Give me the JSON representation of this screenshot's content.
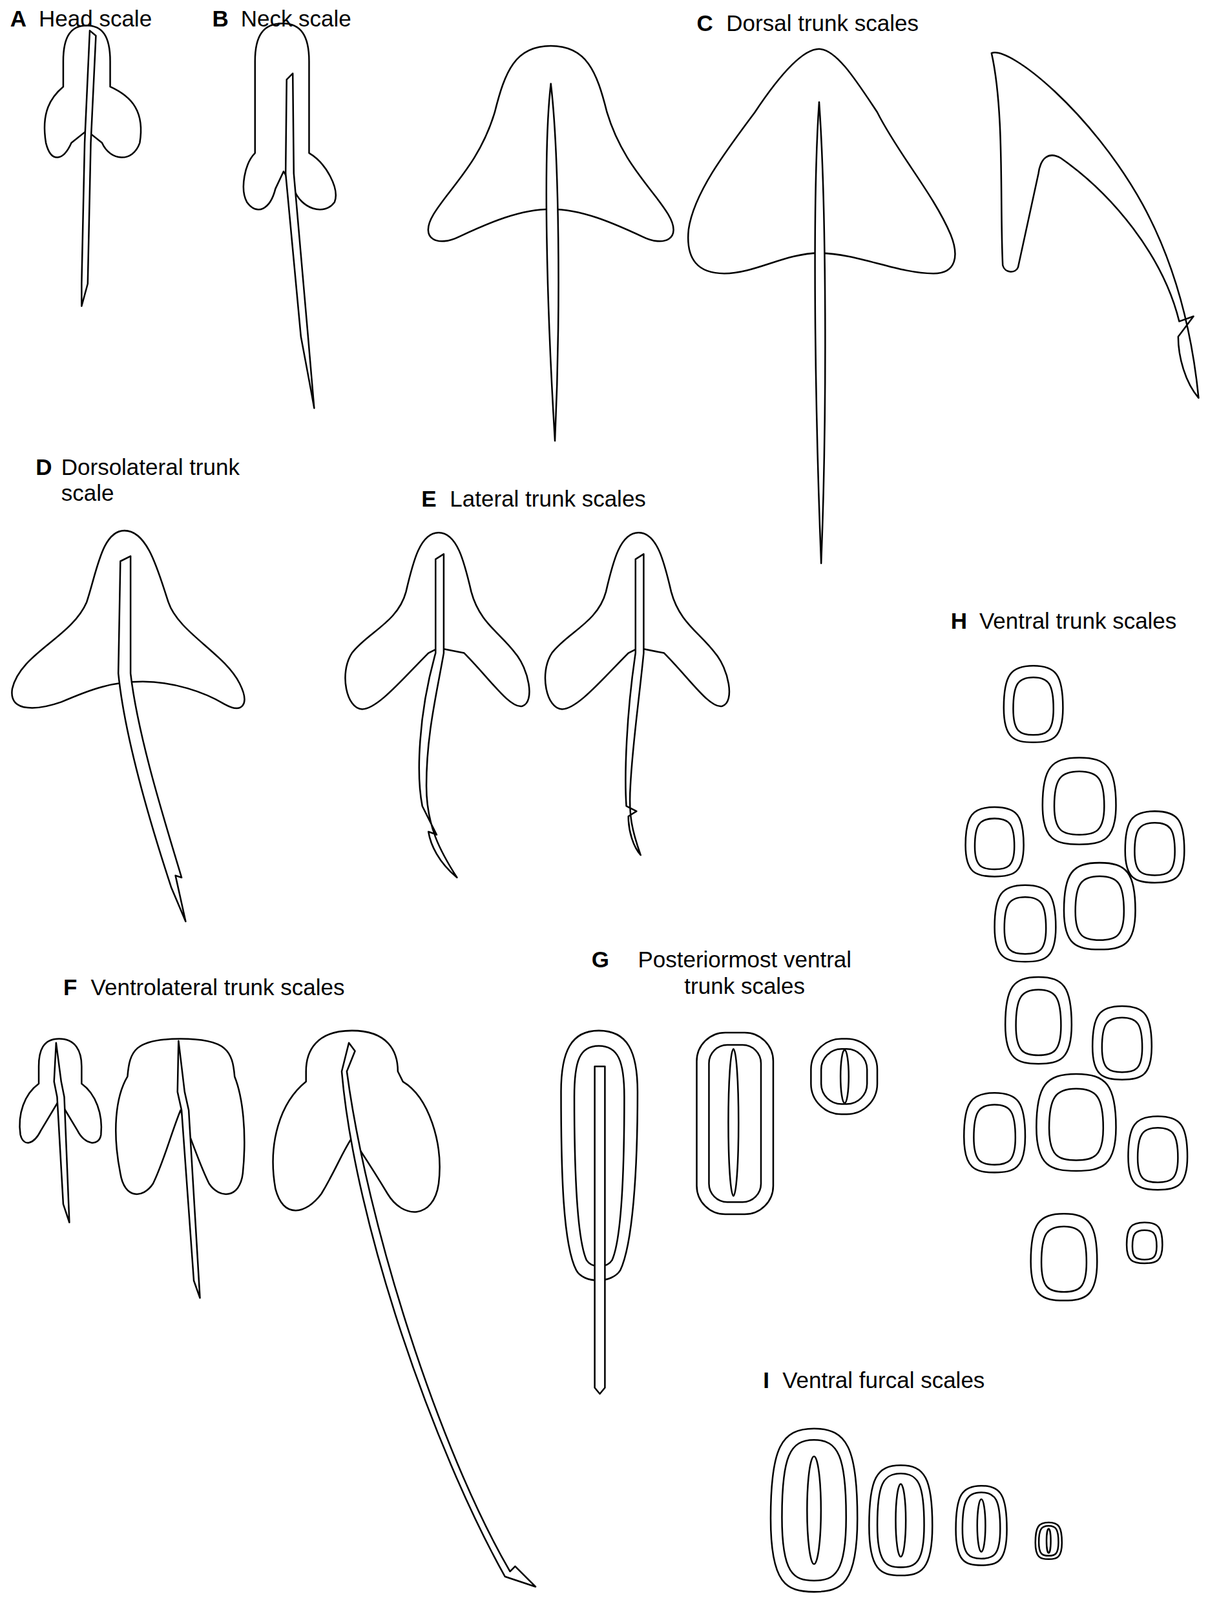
{
  "diagram": {
    "labels": [
      "A",
      "Head scale",
      "B",
      "Neck scale",
      "C",
      "Dorsal trunk scales",
      "D",
      "Dorsolateral trunk scale",
      "E",
      "Lateral trunk scales",
      "F",
      "Ventrolateral trunk scales",
      "G",
      "Posteriormost ventral trunk scales",
      "H",
      "Ventral trunk scales",
      "I",
      "Ventral furcal scales"
    ]
  }
}
